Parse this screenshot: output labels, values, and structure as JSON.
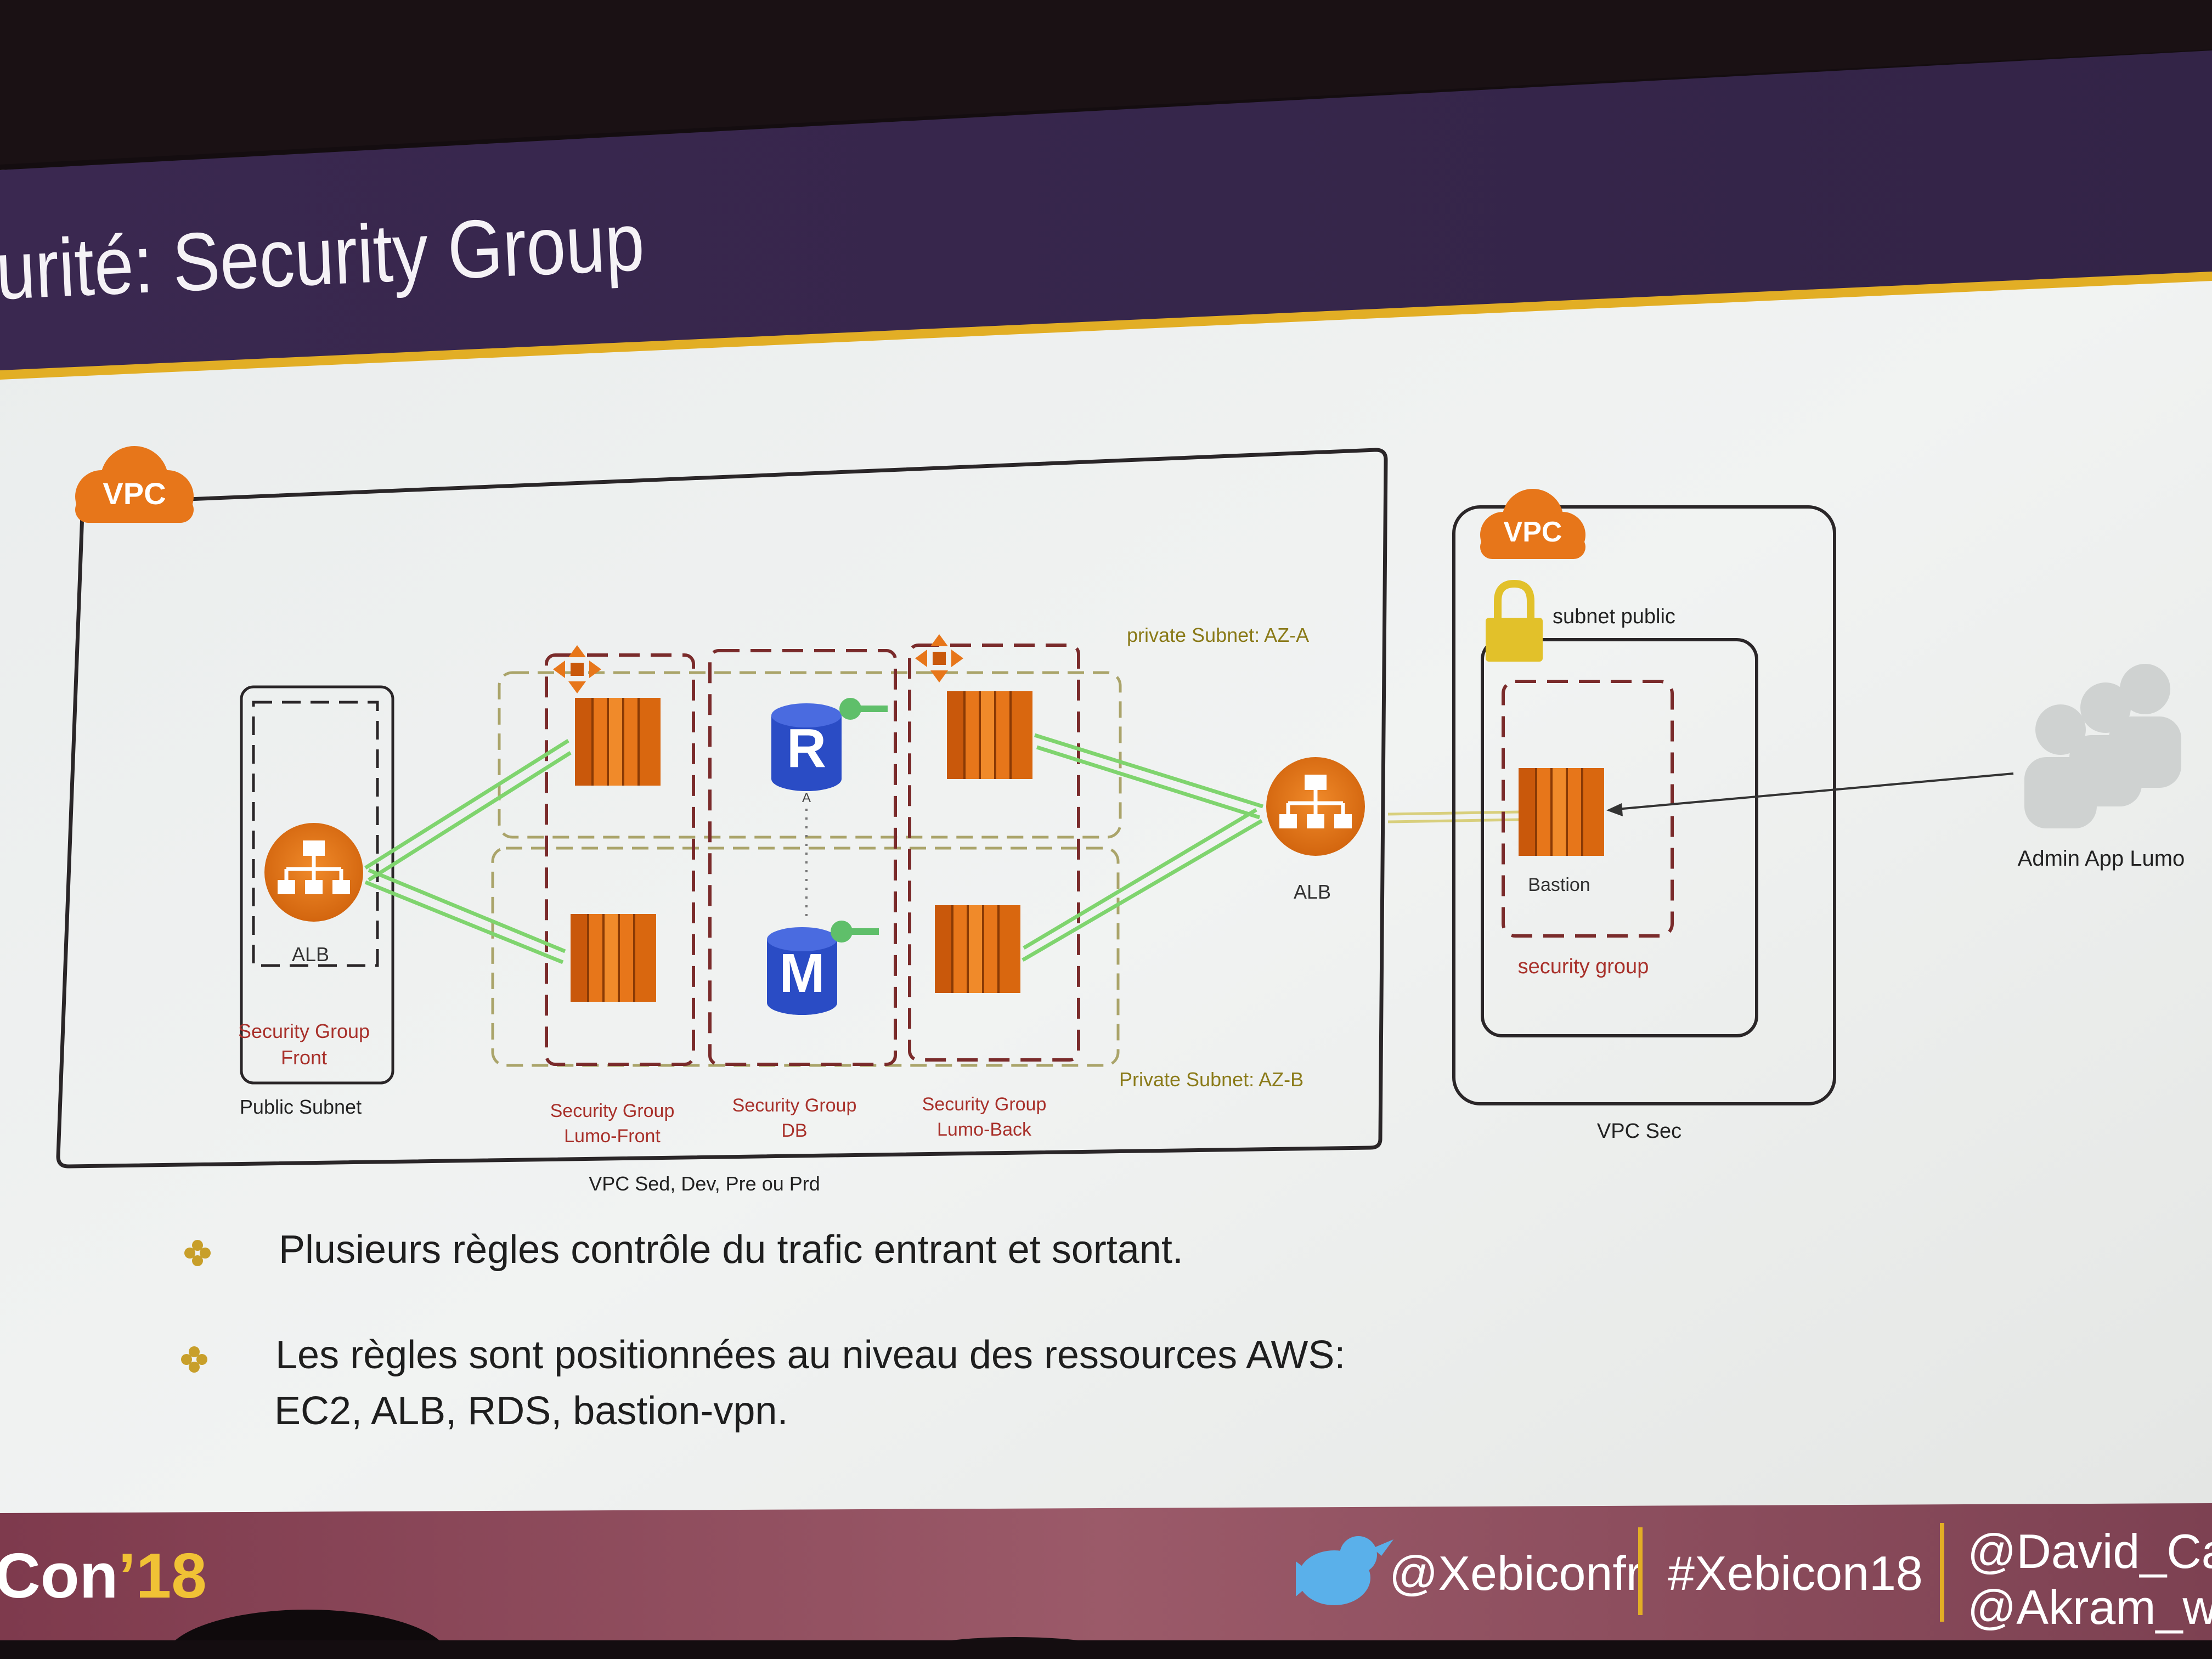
{
  "slide": {
    "title": "urité: Security Group",
    "vpc_badge": "VPC",
    "diagram": {
      "public_subnet": {
        "alb_label": "ALB",
        "sg_label_line1": "Security Group",
        "sg_label_line2": "Front",
        "subnet_label": "Public Subnet"
      },
      "private_subnet_a_label": "private Subnet: AZ-A",
      "private_subnet_b_label": "Private Subnet: AZ-B",
      "sg_lumo_front": {
        "line1": "Security Group",
        "line2": "Lumo-Front"
      },
      "sg_db": {
        "line1": "Security Group",
        "line2": "DB"
      },
      "sg_lumo_back": {
        "line1": "Security Group",
        "line2": "Lumo-Back"
      },
      "rds_replica_letter": "R",
      "rds_replica_sub": "A",
      "rds_master_letter": "M",
      "internal_alb_label": "ALB",
      "vpc_main_label": "VPC Sed, Dev, Pre ou Prd",
      "vpc_sec": {
        "badge": "VPC",
        "subnet_label": "subnet public",
        "bastion_label": "Bastion",
        "sg_label": "security group",
        "vpc_label": "VPC Sec"
      },
      "admin_label": "Admin App Lumo"
    },
    "bullets": [
      {
        "text": "Plusieurs règles contrôle du trafic entrant et sortant."
      },
      {
        "line1": "Les règles sont positionnées au niveau des ressources AWS:",
        "line2": "EC2, ALB, RDS, bastion-vpn."
      }
    ]
  },
  "footer": {
    "brand_left": "Con",
    "brand_year": "’18",
    "twitter_handle": "@Xebiconfr",
    "hashtag": "#Xebicon18",
    "speaker1": "@David_Car",
    "speaker2": "@Akram_we"
  },
  "colors": {
    "header_purple": "#3d2a52",
    "accent_gold": "#e6b12a",
    "aws_orange": "#e8730f",
    "sg_dashed_red": "#7a2b2b",
    "subnet_dashed_olive": "#a9a26a",
    "link_green": "#7fd46e",
    "footer_maroon": "#8a4658"
  }
}
